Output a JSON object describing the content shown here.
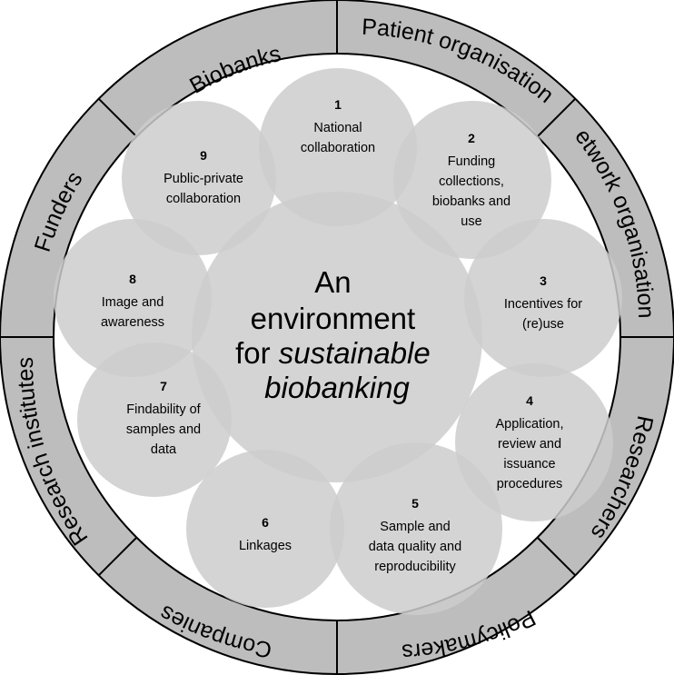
{
  "center": {
    "line1": "An",
    "line2": "environment",
    "line3_prefix": "for ",
    "line3_italic": "sustainable",
    "line4_italic": "biobanking"
  },
  "stakeholders": [
    "Biobanks",
    "Patient organisations",
    "Network organisations",
    "Researchers",
    "Policymakers",
    "Companies",
    "Research institutes",
    "Funders"
  ],
  "topics": [
    {
      "number": "1",
      "lines": [
        "National",
        "collaboration"
      ]
    },
    {
      "number": "2",
      "lines": [
        "Funding",
        "collections,",
        "biobanks and",
        "use"
      ]
    },
    {
      "number": "3",
      "lines": [
        "Incentives for",
        "(re)use"
      ]
    },
    {
      "number": "4",
      "lines": [
        "Application,",
        "review and",
        "issuance",
        "procedures"
      ]
    },
    {
      "number": "5",
      "lines": [
        "Sample and",
        "data quality and",
        "reproducibility"
      ]
    },
    {
      "number": "6",
      "lines": [
        "Linkages"
      ]
    },
    {
      "number": "7",
      "lines": [
        "Findability of",
        "samples and",
        "data"
      ]
    },
    {
      "number": "8",
      "lines": [
        "Image and",
        "awareness"
      ]
    },
    {
      "number": "9",
      "lines": [
        "Public-private",
        "collaboration"
      ]
    }
  ],
  "colors": {
    "ring": "#bdbdbd",
    "circle": "#cccccc",
    "stroke": "#000000"
  }
}
